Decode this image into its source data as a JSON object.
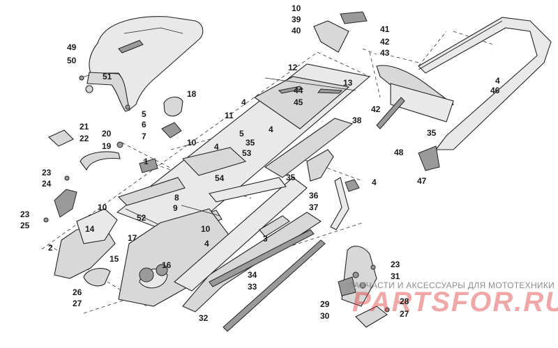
{
  "watermark": {
    "caption": "ЗАПЧАСТИ И АКСЕССУАРЫ ДЛЯ МОТОТЕХНИКИ",
    "logo": "PARTSFOR.RU",
    "color": "#dc3c3c"
  },
  "callouts": {
    "c1": "1",
    "c2": "2",
    "c3": "3",
    "c4a": "4",
    "c4b": "4",
    "c4c": "4",
    "c4d": "4",
    "c4e": "4",
    "c4f": "4",
    "c5a": "5",
    "c5b": "5",
    "c6": "6",
    "c7": "7",
    "c8": "8",
    "c9": "9",
    "c10a": "10",
    "c10b": "10",
    "c10c": "10",
    "c10d": "10",
    "c11": "11",
    "c12": "12",
    "c13": "13",
    "c14": "14",
    "c15": "15",
    "c16": "16",
    "c17": "17",
    "c18": "18",
    "c19": "19",
    "c20": "20",
    "c21": "21",
    "c22": "22",
    "c23a": "23",
    "c23b": "23",
    "c23c": "23",
    "c24": "24",
    "c25": "25",
    "c26": "26",
    "c27a": "27",
    "c27b": "27",
    "c28": "28",
    "c29": "29",
    "c30": "30",
    "c31": "31",
    "c32": "32",
    "c33": "33",
    "c34": "34",
    "c35a": "35",
    "c35b": "35",
    "c35c": "35",
    "c36": "36",
    "c37": "37",
    "c38": "38",
    "c39": "39",
    "c40": "40",
    "c41": "41",
    "c42a": "42",
    "c42b": "42",
    "c43": "43",
    "c44": "44",
    "c45": "45",
    "c46": "46",
    "c47": "47",
    "c48": "48",
    "c49": "49",
    "c50": "50",
    "c51": "51",
    "c52": "52",
    "c53": "53",
    "c54": "54"
  }
}
